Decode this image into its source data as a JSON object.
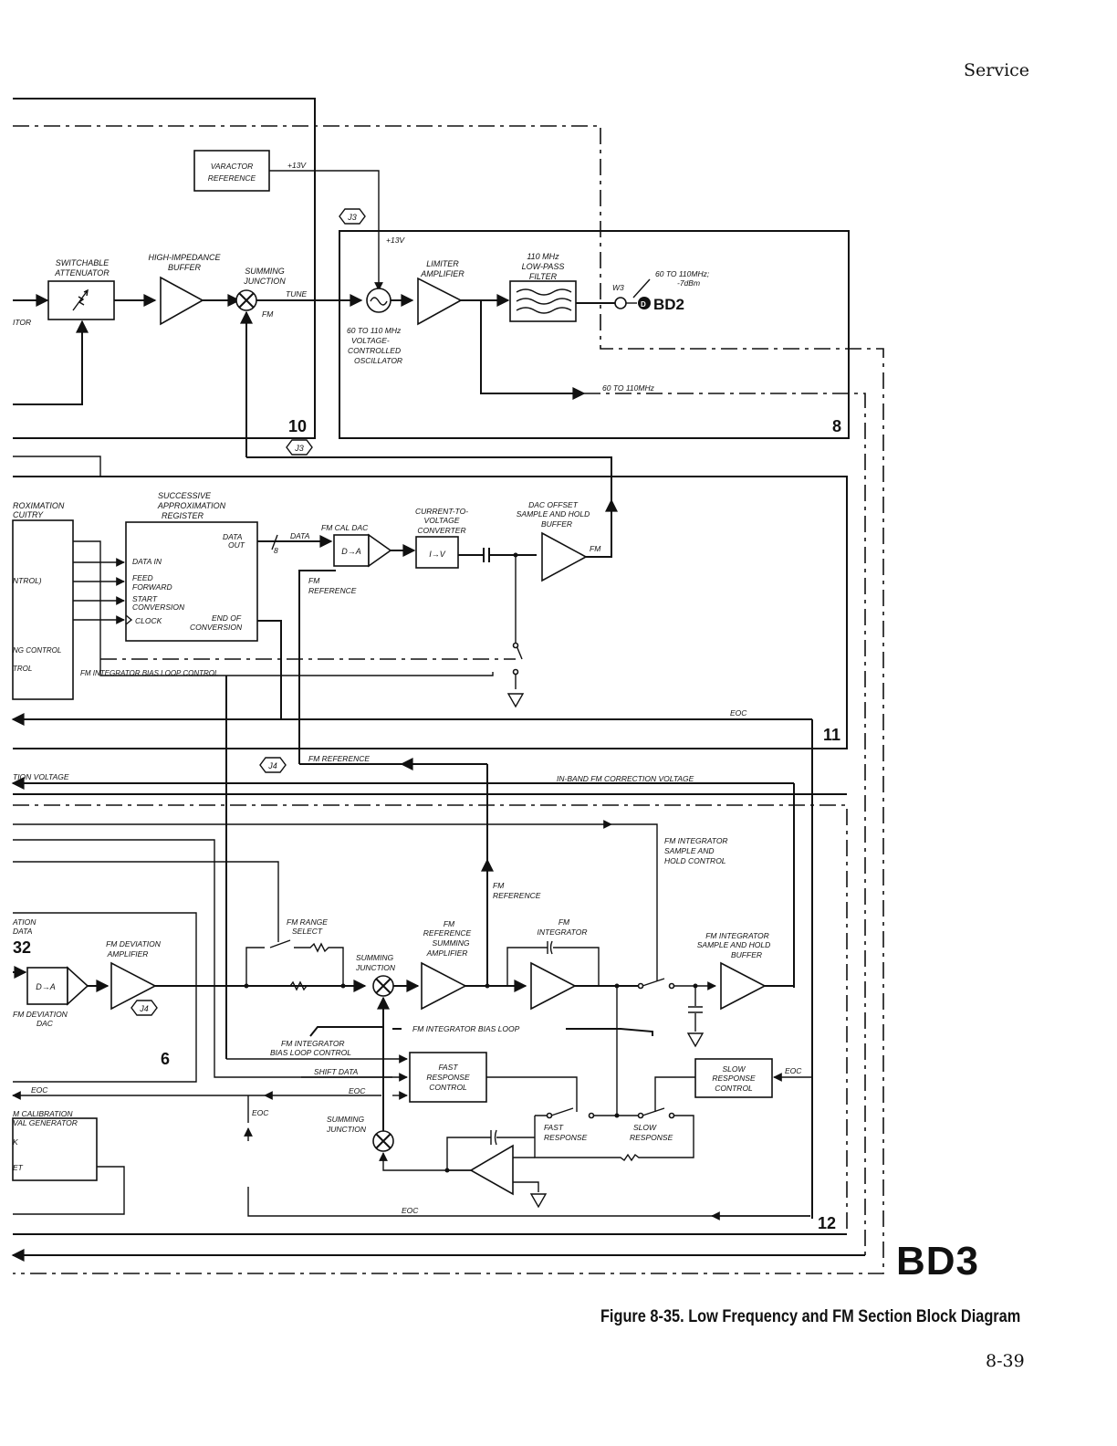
{
  "header": {
    "section": "Service"
  },
  "footer": {
    "caption": "Figure 8-35.  Low Frequency and FM Section Block Diagram",
    "page_number": "8-39",
    "diagram_id": "BD3"
  },
  "connectors": {
    "j3": "J3",
    "j4": "J4",
    "w3": "W3",
    "bd2": "BD2"
  },
  "blocks": {
    "varactor_reference": [
      "VARACTOR",
      "REFERENCE"
    ],
    "varactor_supply": "+13V",
    "vco_supply": "+13V",
    "switchable_attenuator": [
      "SWITCHABLE",
      "ATTENUATOR"
    ],
    "high_impedance_buffer": [
      "HIGH-IMPEDANCE",
      "BUFFER"
    ],
    "summing_junction_top": [
      "SUMMING",
      "JUNCTION"
    ],
    "tune": "TUNE",
    "fm": "FM",
    "vco": [
      "60 TO 110 MHz",
      "VOLTAGE-",
      "CONTROLLED",
      "OSCILLATOR"
    ],
    "limiter_amplifier": [
      "LIMITER",
      "AMPLIFIER"
    ],
    "lowpass_filter": [
      "110 MHz",
      "LOW-PASS",
      "FILTER"
    ],
    "output_level": [
      "60 TO 110MHz;",
      "-7dBm"
    ],
    "out_60_110": "60 TO 110MHz",
    "left_itor": "ITOR",
    "sar": [
      "SUCCESSIVE",
      "APPROXIMATION",
      "REGISTER"
    ],
    "sar_left": [
      "ROXIMATION",
      "CUITRY"
    ],
    "data_out": [
      "DATA",
      "OUT"
    ],
    "data_in": "DATA IN",
    "feed_forward": [
      "FEED",
      "FORWARD"
    ],
    "start_conversion": [
      "START",
      "CONVERSION"
    ],
    "clock": "CLOCK",
    "end_of_conversion": [
      "END OF",
      "CONVERSION"
    ],
    "ntrol": "NTROL)",
    "ng_control": "NG CONTROL",
    "trol": "TROL",
    "data": "DATA",
    "bus_width": "8",
    "fm_cal_dac": "FM CAL DAC",
    "d_to_a": "D→A",
    "fm_reference_dac": [
      "FM",
      "REFERENCE"
    ],
    "current_to_voltage": [
      "CURRENT-TO-",
      "VOLTAGE",
      "CONVERTER"
    ],
    "i_to_v": "I→V",
    "dac_offset_buffer": [
      "DAC OFFSET",
      "SAMPLE AND HOLD",
      "BUFFER"
    ],
    "fm_out": "FM",
    "bias_loop_control_11": "FM INTEGRATOR BIAS LOOP CONTROL",
    "eoc": "EOC",
    "fm_reference_bus": "FM REFERENCE",
    "tion_voltage": "TION VOLTAGE",
    "inband_correction": "IN-BAND FM CORRECTION VOLTAGE",
    "fm_integrator_sh_control": [
      "FM INTEGRATOR",
      "SAMPLE AND",
      "HOLD CONTROL"
    ],
    "fm_reference_vert": [
      "FM",
      "REFERENCE"
    ],
    "fm_range_select": [
      "FM RANGE",
      "SELECT"
    ],
    "fm_ref_summing_amp": [
      "FM",
      "REFERENCE",
      "SUMMING",
      "AMPLIFIER"
    ],
    "fm_integrator": [
      "FM",
      "INTEGRATOR"
    ],
    "fm_integrator_sh_buffer": [
      "FM INTEGRATOR",
      "SAMPLE AND HOLD",
      "BUFFER"
    ],
    "summing_junction_mid": [
      "SUMMING",
      "JUNCTION"
    ],
    "fm_deviation_amplifier": [
      "FM DEVIATION",
      "AMPLIFIER"
    ],
    "fm_deviation_dac": [
      "FM DEVIATION",
      "DAC"
    ],
    "ation_data": [
      "ATION",
      "DATA"
    ],
    "left_32": "32",
    "fm_integrator_bias_loop": "FM INTEGRATOR BIAS LOOP",
    "bias_loop_control_12": [
      "FM INTEGRATOR",
      "BIAS LOOP CONTROL"
    ],
    "shift_data": "SHIFT DATA",
    "fast_response_control": [
      "FAST",
      "RESPONSE",
      "CONTROL"
    ],
    "slow_response_control": [
      "SLOW",
      "RESPONSE",
      "CONTROL"
    ],
    "fast_response": [
      "FAST",
      "RESPONSE"
    ],
    "slow_response": [
      "SLOW",
      "RESPONSE"
    ],
    "summing_junction_low": [
      "SUMMING",
      "JUNCTION"
    ],
    "calibration_generator": [
      "M CALIBRATION",
      "VAL GENERATOR"
    ],
    "left_k": "K",
    "left_et": "ET"
  },
  "section_numbers": [
    "10",
    "8",
    "11",
    "6",
    "12"
  ]
}
